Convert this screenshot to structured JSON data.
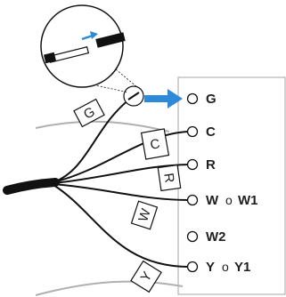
{
  "colors": {
    "accent_arrow": "#2e8ad8",
    "wire": "#111111",
    "panel_border": "#b5b5b5",
    "ground_wire": "#b0b0b0"
  },
  "terminals": [
    {
      "id": "G",
      "label": "G",
      "alt_label": "",
      "separator": "",
      "connected": true
    },
    {
      "id": "C",
      "label": "C",
      "alt_label": "",
      "separator": "",
      "connected": true
    },
    {
      "id": "R",
      "label": "R",
      "alt_label": "",
      "separator": "",
      "connected": true
    },
    {
      "id": "W",
      "label": "W",
      "alt_label": "W1",
      "separator": "o",
      "connected": true
    },
    {
      "id": "W2",
      "label": "W2",
      "alt_label": "",
      "separator": "",
      "connected": false
    },
    {
      "id": "Y",
      "label": "Y",
      "alt_label": "Y1",
      "separator": "o",
      "connected": true
    }
  ],
  "wire_tags": {
    "G": "G",
    "C": "C",
    "R": "R",
    "W": "W",
    "Y": "Y"
  },
  "icons": {
    "insert_arrow": "arrow-right-icon",
    "zoom_callout": "magnifier-callout-icon"
  }
}
